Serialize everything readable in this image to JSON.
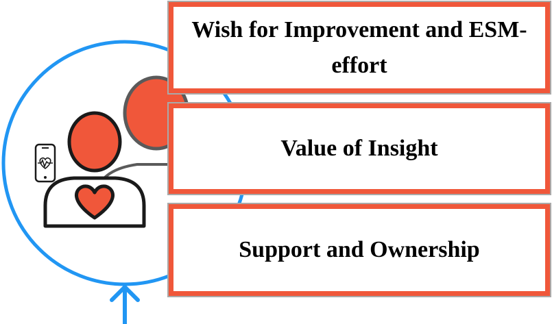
{
  "boxes": [
    {
      "text": "Wish for Improvement and ESM-effort"
    },
    {
      "text": "Value of Insight"
    },
    {
      "text": "Support and Ownership"
    }
  ],
  "colors": {
    "accent": "#f0573a",
    "ring": "#2196f3",
    "outline": "#1a1a1a",
    "box_shadow": "#a9a9a9"
  },
  "icons": [
    "smartphone-heartbeat-icon",
    "person-heart-icon",
    "person-speech-icon",
    "arrow-up-icon"
  ]
}
